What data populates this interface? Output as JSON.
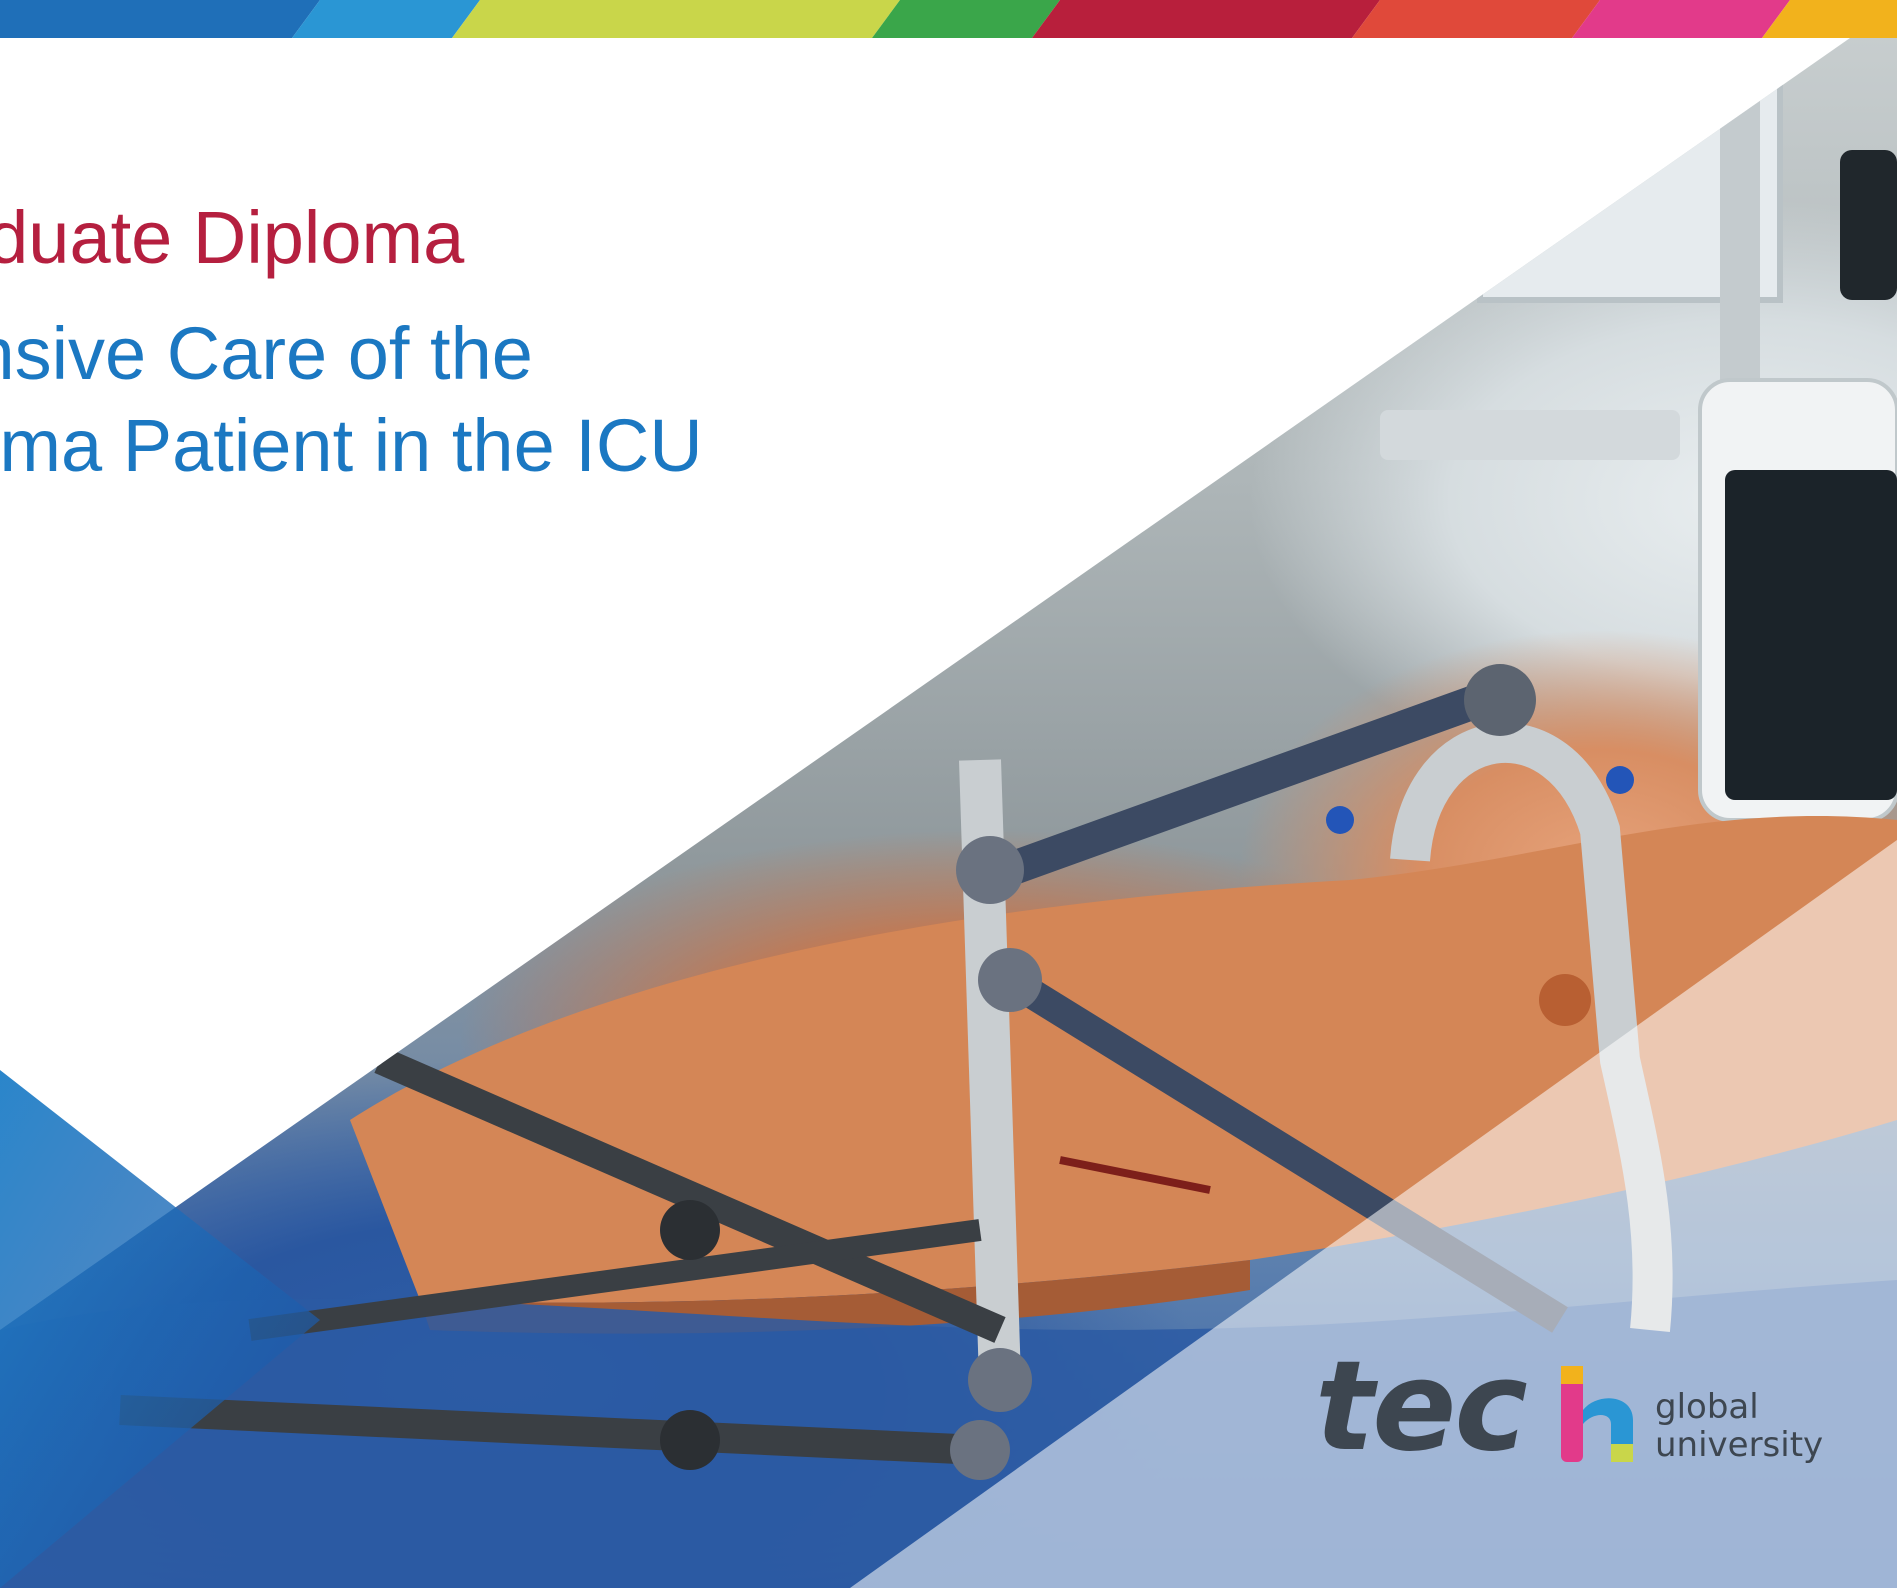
{
  "title": {
    "kicker": "aduate Diploma",
    "headline_lines": [
      "ehensive Care of the",
      " Trauma Patient in the ICU"
    ]
  },
  "brand": {
    "wordmark": "tech",
    "tagline_lines": [
      "global",
      "university"
    ]
  },
  "colors": {
    "kicker": "#b51f3f",
    "headline": "#1b78c2",
    "logo_text": "#3d4650",
    "bar_segments": [
      "#1f6fb8",
      "#2a96d4",
      "#c9d64a",
      "#3aa64a",
      "#b81f3c",
      "#e0493a",
      "#e23a8a",
      "#f2b21c"
    ]
  },
  "icons": {
    "photo": "surgical-external-fixator-photo",
    "logo_mark": "tech-h-multicolor-icon"
  }
}
